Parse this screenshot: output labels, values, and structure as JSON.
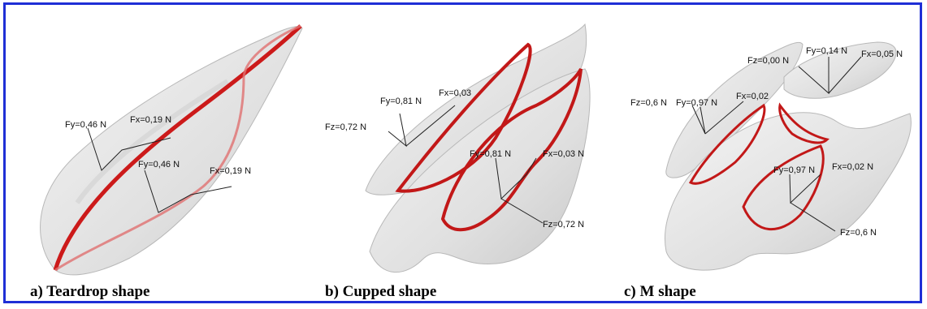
{
  "colors": {
    "border": "#1f2fd6",
    "shape_fill": "#e6e6e6",
    "shape_shade": "#cfcfcf",
    "curve": "#d11f1f"
  },
  "panels": [
    {
      "caption": "a) Teardrop shape",
      "labels": [
        "Fy=0,46 N",
        "Fx=0,19 N",
        "Fy=0,46 N",
        "Fx=0,19 N"
      ]
    },
    {
      "caption": "b) Cupped shape",
      "labels": [
        "Fz=0,72 N",
        "Fy=0,81 N",
        "Fx=0,03",
        "Fy=0,81 N",
        "Fx=0,03 N",
        "Fz=0,72 N"
      ]
    },
    {
      "caption": "c) M shape",
      "labels": [
        "Fz=0,6 N",
        "Fy=0,97 N",
        "Fx=0,02",
        "Fz=0,00 N",
        "Fy=0,14 N",
        "Fx=0,05 N",
        "Fy=0,97 N",
        "Fx=0,02 N",
        "Fz=0,6 N"
      ]
    }
  ]
}
